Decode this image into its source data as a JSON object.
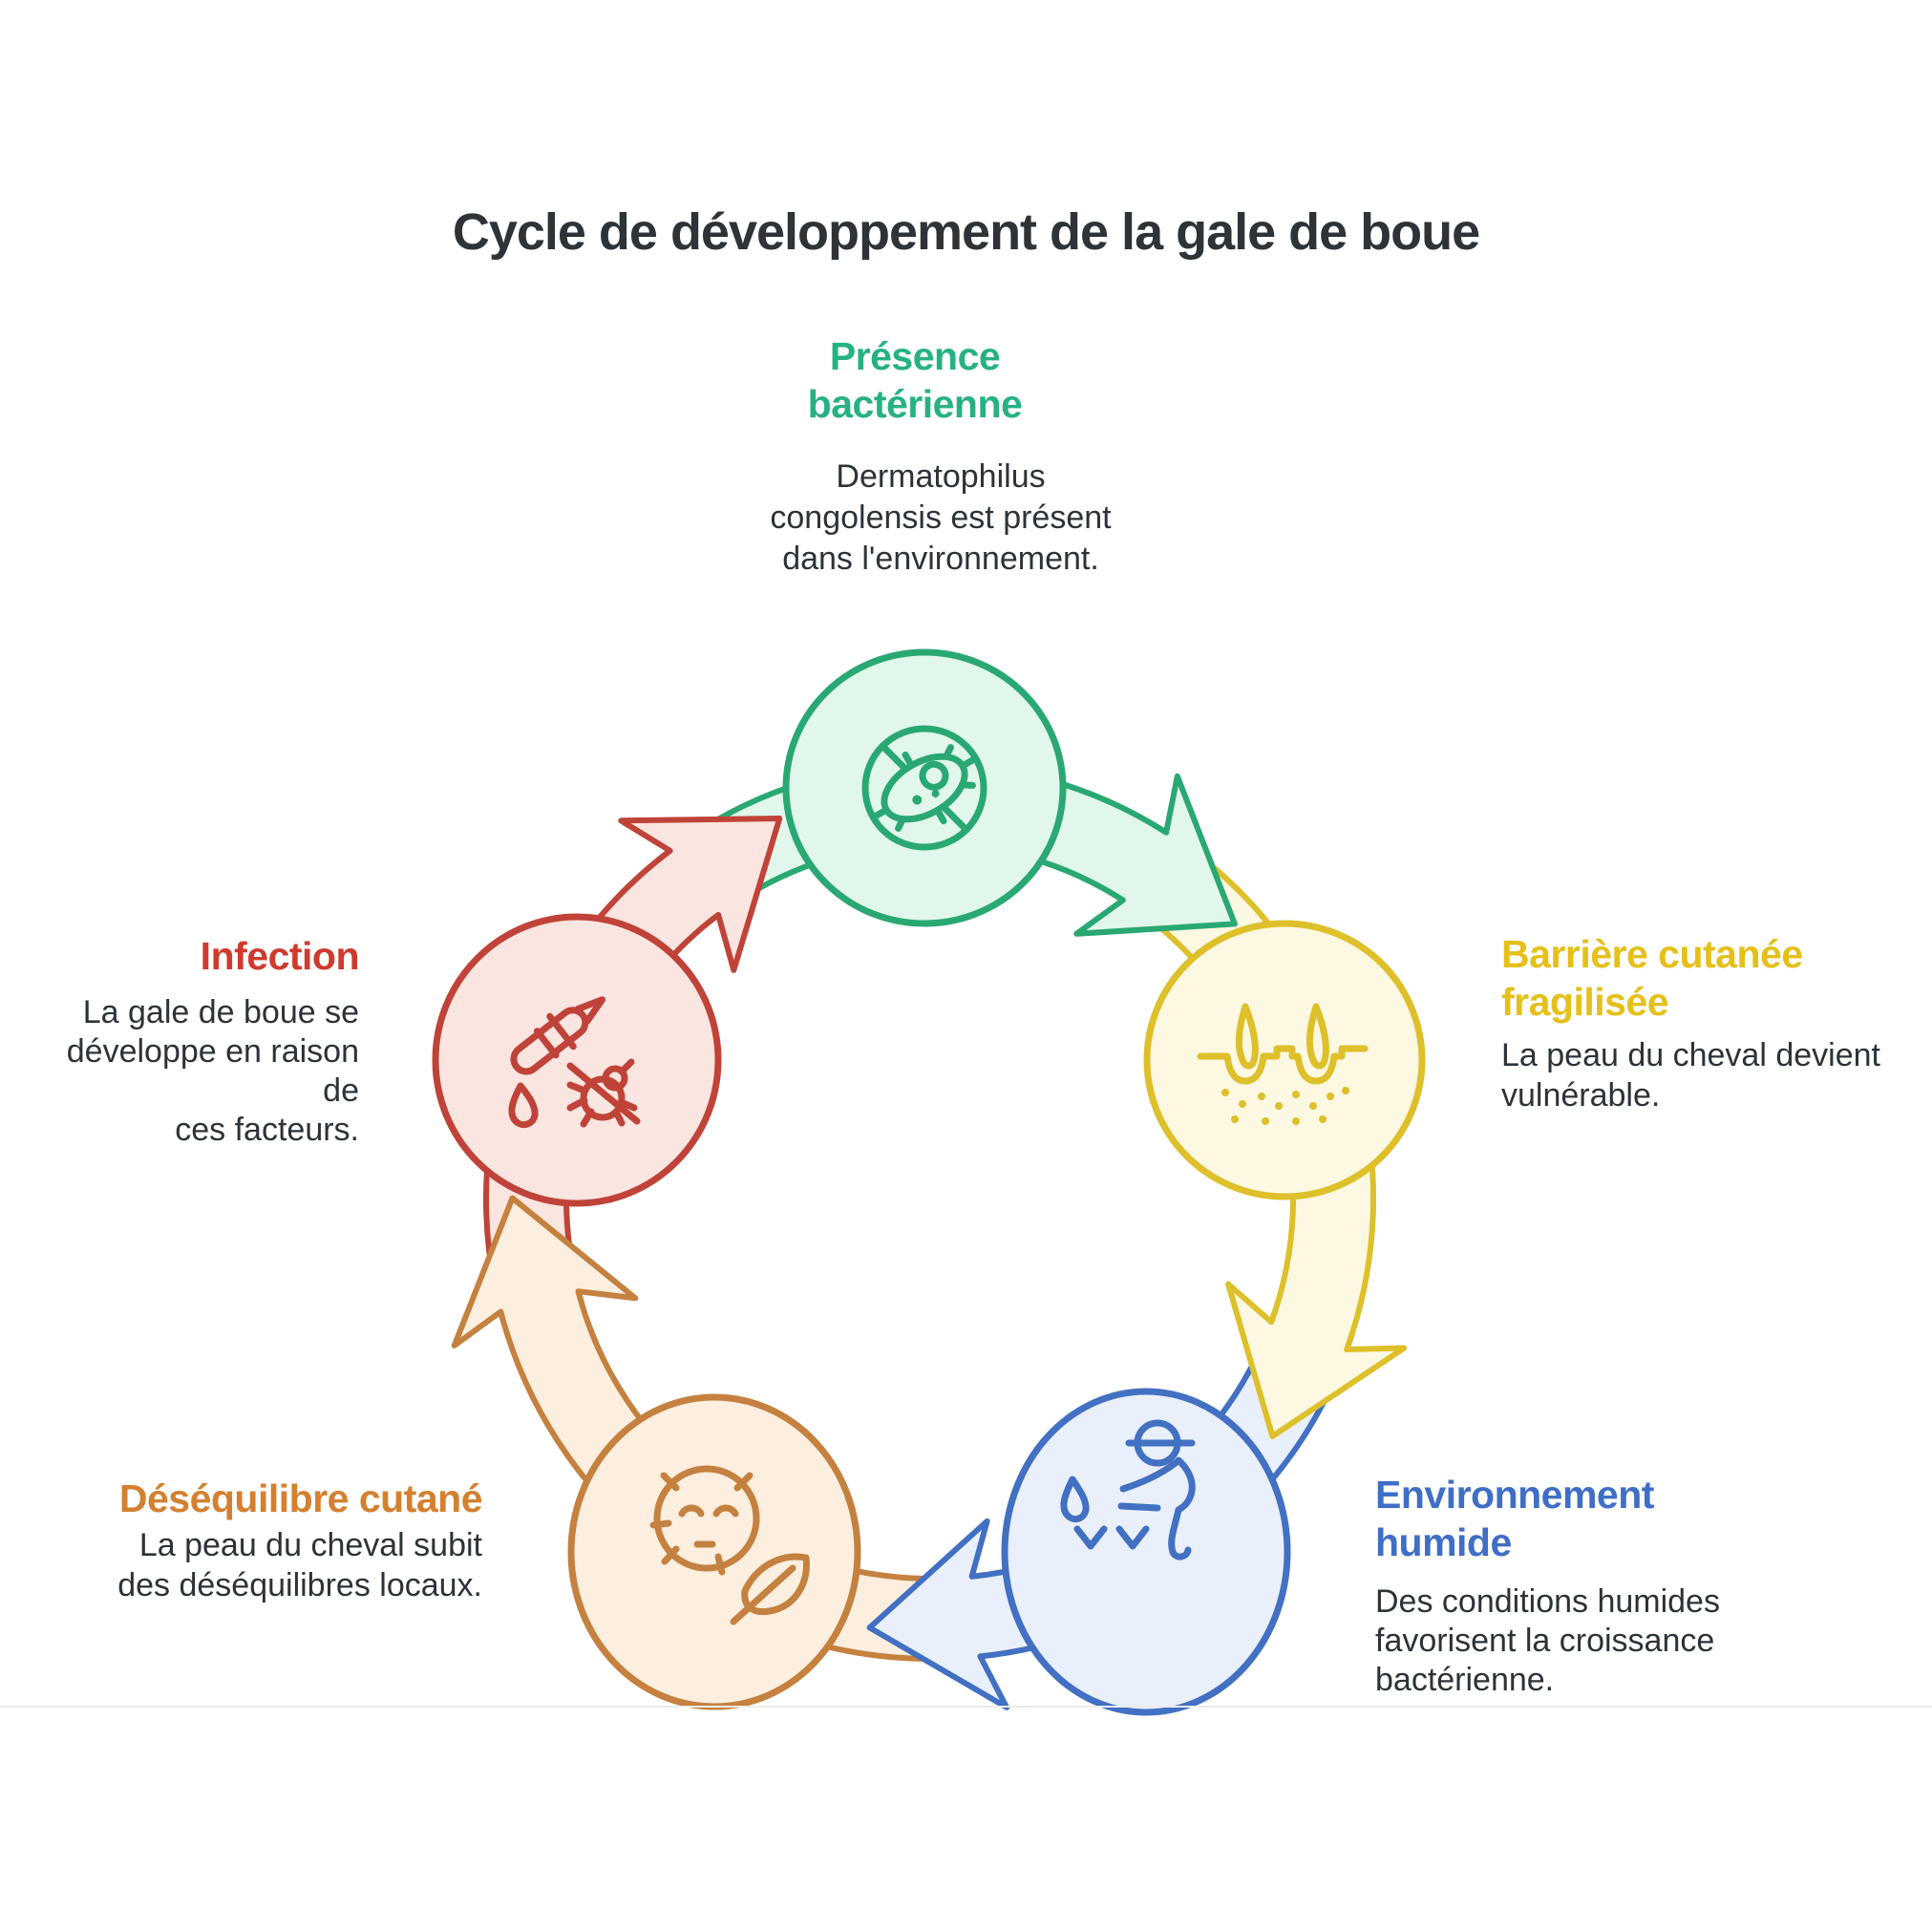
{
  "title": "Cycle de développement de la gale de boue",
  "steps": [
    {
      "id": "presence-bacterienne",
      "label": "Présence\nbactérienne",
      "description": "Dermatophilus\ncongolensis est présent\ndans l'environnement.",
      "accent": "#26b183",
      "outline": "#2aa873",
      "fill": "#e1f7ec",
      "icon": "bacteria-icon"
    },
    {
      "id": "barriere-cutanee-fragilisee",
      "label": "Barrière cutanée\nfragilisée",
      "description": "La peau du cheval devient\nvulnérable.",
      "accent": "#e4c019",
      "outline": "#ddc02a",
      "fill": "#fdf8e1",
      "icon": "skin-barrier-icon"
    },
    {
      "id": "environnement-humide",
      "label": "Environnement\nhumide",
      "description": "Des conditions humides\nfavorisent la croissance\nbactérienne.",
      "accent": "#3f6ec6",
      "outline": "#4270c2",
      "fill": "#e9f0fb",
      "icon": "wet-conditions-icon"
    },
    {
      "id": "desequilibre-cutane",
      "label": "Déséquilibre cutané",
      "description": "La peau du cheval subit\ndes déséquilibres locaux.",
      "accent": "#d4802f",
      "outline": "#c5813f",
      "fill": "#fcefdf",
      "icon": "skin-imbalance-icon"
    },
    {
      "id": "infection",
      "label": "Infection",
      "description": "La gale de boue se\ndéveloppe en raison de\nces facteurs.",
      "accent": "#cf3a2d",
      "outline": "#c04339",
      "fill": "#fae5e0",
      "icon": "infection-dropper-bug-icon"
    }
  ]
}
